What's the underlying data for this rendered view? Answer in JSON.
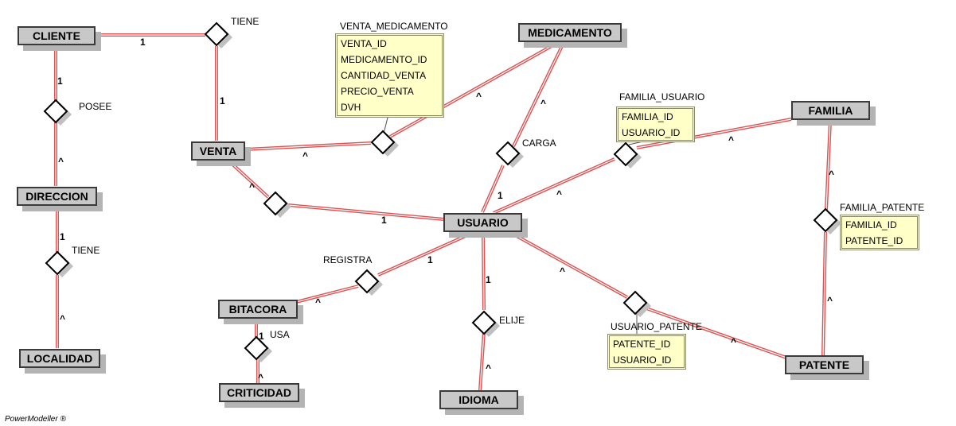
{
  "entities": {
    "cliente": "CLIENTE",
    "venta": "VENTA",
    "medicamento": "MEDICAMENTO",
    "direccion": "DIRECCION",
    "localidad": "LOCALIDAD",
    "usuario": "USUARIO",
    "familia": "FAMILIA",
    "bitacora": "BITACORA",
    "criticidad": "CRITICIDAD",
    "idioma": "IDIOMA",
    "patente": "PATENTE"
  },
  "relationships": {
    "tiene_cliente_venta": "TIENE",
    "posee": "POSEE",
    "tiene_direccion_localidad": "TIENE",
    "venta_medicamento": "VENTA_MEDICAMENTO",
    "carga": "CARGA",
    "familia_usuario": "FAMILIA_USUARIO",
    "familia_patente": "FAMILIA_PATENTE",
    "registra": "REGISTRA",
    "usa": "USA",
    "elije": "ELIJE",
    "usuario_patente": "USUARIO_PATENTE"
  },
  "attributes": {
    "venta_medicamento": [
      "VENTA_ID",
      "MEDICAMENTO_ID",
      "CANTIDAD_VENTA",
      "PRECIO_VENTA",
      "DVH"
    ],
    "familia_usuario": [
      "FAMILIA_ID",
      "USUARIO_ID"
    ],
    "familia_patente": [
      "FAMILIA_ID",
      "PATENTE_ID"
    ],
    "usuario_patente": [
      "PATENTE_ID",
      "USUARIO_ID"
    ]
  },
  "cardinality": {
    "one": "1",
    "many": "^"
  },
  "footer": "PowerModeller ®",
  "colors": {
    "link": "#e05050",
    "entity_fill": "#c8c8c8",
    "attr_fill": "#ffffc8"
  }
}
